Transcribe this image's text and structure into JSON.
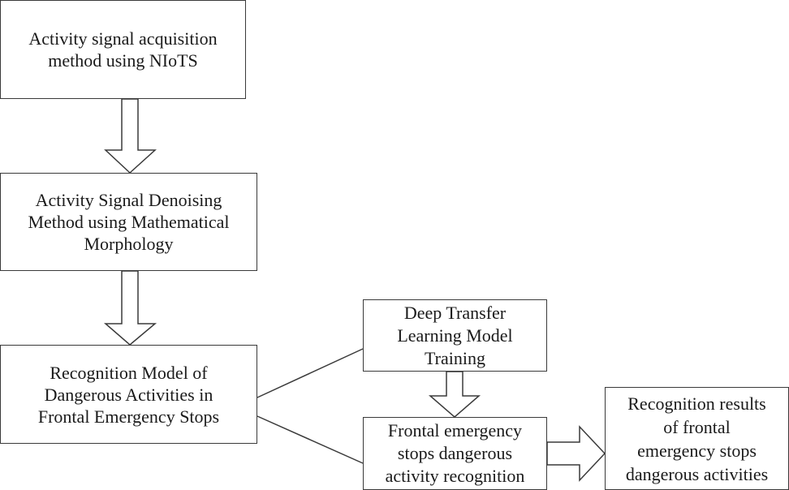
{
  "boxes": {
    "acquisition": [
      "Activity signal acquisition",
      "method using NIoTS"
    ],
    "denoising": [
      "Activity Signal Denoising",
      "Method using Mathematical",
      "Morphology"
    ],
    "recognition_model": [
      "Recognition Model of",
      "Dangerous Activities in",
      "Frontal Emergency Stops"
    ],
    "transfer": [
      "Deep Transfer",
      "Learning Model",
      "Training"
    ],
    "frontal": [
      "Frontal emergency",
      "stops dangerous",
      "activity recognition"
    ],
    "results": [
      "Recognition results",
      "of frontal",
      "emergency stops",
      "dangerous activities"
    ]
  },
  "colors": {
    "stroke": "#3a3a3a",
    "text": "#1a1a1a",
    "background": "#ffffff"
  }
}
